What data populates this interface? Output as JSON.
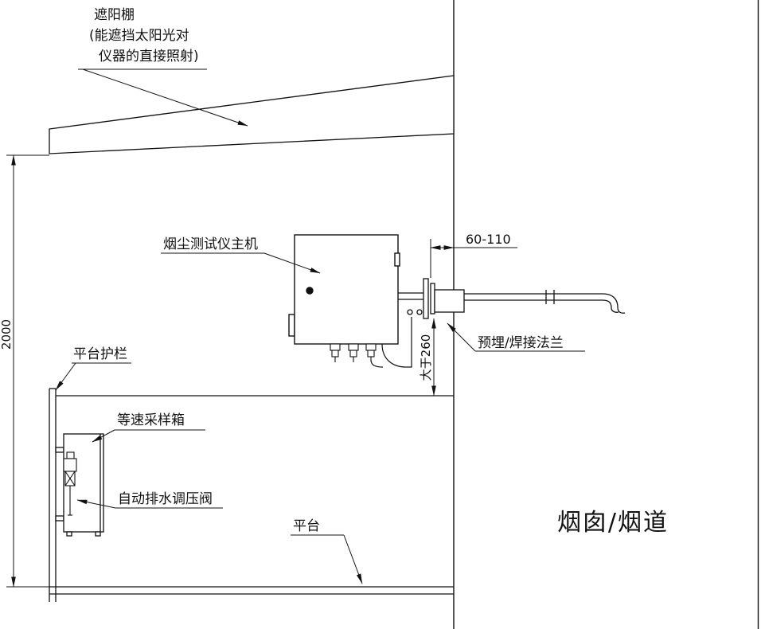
{
  "diagram": {
    "canopy": {
      "line1": "遮阳棚",
      "line2": "(能遮挡太阳光对",
      "line3": "仪器的直接照射)"
    },
    "labels": {
      "main_unit": "烟尘测试仪主机",
      "flange": "预埋/焊接法兰",
      "guardrail": "平台护栏",
      "sampling_box": "等速采样箱",
      "drain_valve": "自动排水调压阀",
      "platform": "平台",
      "chimney": "烟囱/烟道"
    },
    "dimensions": {
      "height": "2000",
      "insertion_depth": "60-110",
      "clearance": "大于260"
    }
  }
}
